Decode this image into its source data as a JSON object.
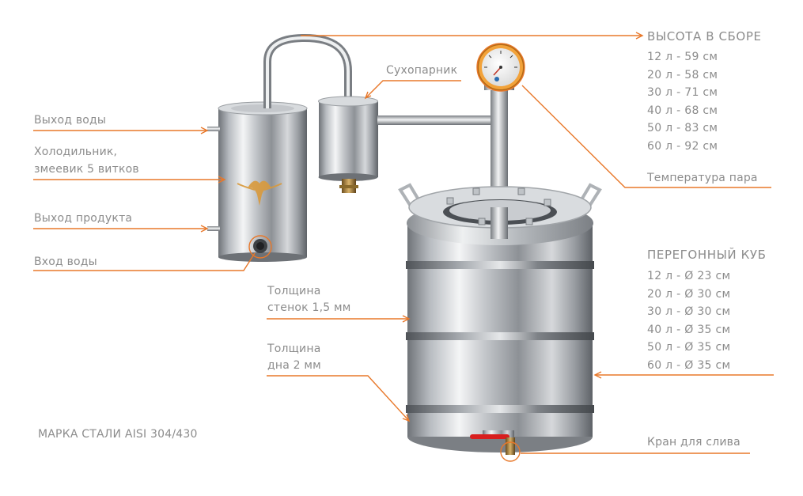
{
  "labels": {
    "water_out": "Выход воды",
    "cooler_1": "Холодильник,",
    "cooler_2": "змеевик 5 витков",
    "product_out": "Выход продукта",
    "water_in": "Вход воды",
    "dryer": "Сухопарник",
    "wall_1": "Толщина",
    "wall_2": "стенок 1,5 мм",
    "bottom_1": "Толщина",
    "bottom_2": "дна 2 мм",
    "steel": "МАРКА СТАЛИ AISI 304/430",
    "height_head": "ВЫСОТА В СБОРЕ",
    "temp": "Температура пара",
    "cube_head": "ПЕРЕГОННЫЙ КУБ",
    "tap": "Кран для слива"
  },
  "height_list": [
    "12 л - 59 см",
    "20 л - 58 см",
    "30 л - 71 см",
    "40 л - 68 см",
    "50 л - 83 см",
    "60 л - 92 см"
  ],
  "cube_list": [
    "12 л - Ø 23 см",
    "20 л - Ø 30 см",
    "30 л - Ø 30 см",
    "40 л - Ø 35 см",
    "50 л - Ø 35 см",
    "60 л - Ø 35 см"
  ],
  "colors": {
    "accent": "#e8782a",
    "text": "#8c8c8c",
    "steel": "#c9ccd0"
  }
}
